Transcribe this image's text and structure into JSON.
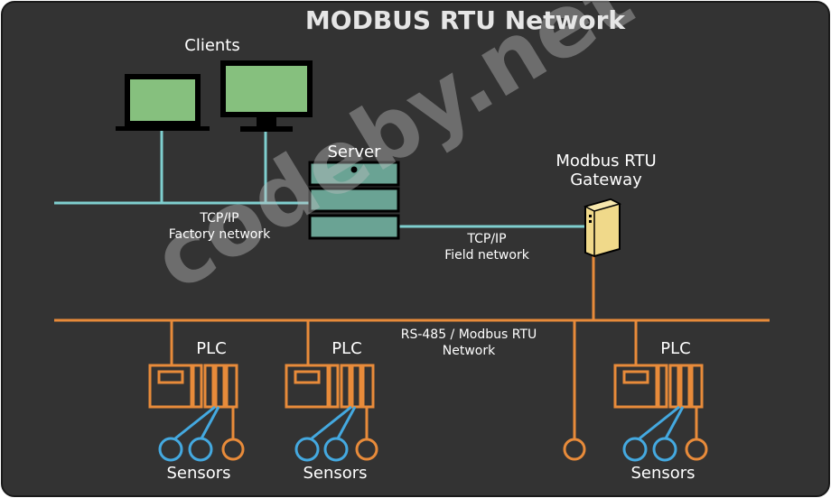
{
  "title": "MODBUS RTU Network",
  "labels": {
    "clients": "Clients",
    "server": "Server",
    "gateway_line1": "Modbus RTU",
    "gateway_line2": "Gateway",
    "factory_line1": "TCP/IP",
    "factory_line2": "Factory network",
    "field_line1": "TCP/IP",
    "field_line2": "Field network",
    "rs485_line1": "RS-485 / Modbus RTU",
    "rs485_line2": "Network",
    "plc1": "PLC",
    "plc2": "PLC",
    "plc3": "PLC",
    "sensors1": "Sensors",
    "sensors2": "Sensors",
    "sensors3": "Sensors"
  },
  "watermark": "codeby.net",
  "colors": {
    "background": "#333333",
    "tcp_line": "#7fcfcf",
    "rtu_line": "#e88b3a",
    "screen": "#86c07e",
    "server": "#6aa394",
    "gateway": "#f0d98a",
    "sensor_blue": "#44a9e0"
  },
  "icons": [
    "laptop-icon",
    "monitor-icon",
    "server-rack-icon",
    "gateway-icon",
    "plc-icon",
    "sensor-icon"
  ]
}
